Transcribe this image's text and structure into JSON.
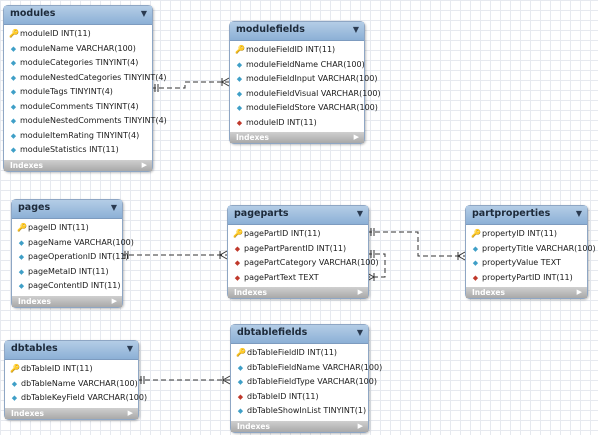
{
  "tables": [
    {
      "id": "modules",
      "name": "modules",
      "columns": [
        {
          "icon": "key-icon",
          "text": "moduleID INT(11)"
        },
        {
          "icon": "column-icon",
          "text": "moduleName VARCHAR(100)"
        },
        {
          "icon": "column-icon",
          "text": "moduleCategories TINYINT(4)"
        },
        {
          "icon": "column-icon",
          "text": "moduleNestedCategories TINYINT(4)"
        },
        {
          "icon": "column-icon",
          "text": "moduleTags TINYINT(4)"
        },
        {
          "icon": "column-icon",
          "text": "moduleComments TINYINT(4)"
        },
        {
          "icon": "column-icon",
          "text": "moduleNestedComments TINYINT(4)"
        },
        {
          "icon": "column-icon",
          "text": "moduleItemRating TINYINT(4)"
        },
        {
          "icon": "column-icon",
          "text": "moduleStatistics INT(11)"
        }
      ],
      "footer": "Indexes"
    },
    {
      "id": "modulefields",
      "name": "modulefields",
      "columns": [
        {
          "icon": "key-icon",
          "text": "moduleFieldID INT(11)"
        },
        {
          "icon": "column-icon",
          "text": "moduleFieldName CHAR(100)"
        },
        {
          "icon": "column-icon",
          "text": "moduleFieldInput VARCHAR(100)"
        },
        {
          "icon": "column-icon",
          "text": "moduleFieldVisual VARCHAR(100)"
        },
        {
          "icon": "column-icon",
          "text": "moduleFieldStore VARCHAR(100)"
        },
        {
          "icon": "foreign-key-icon",
          "text": "moduleID INT(11)"
        }
      ],
      "footer": "Indexes"
    },
    {
      "id": "pages",
      "name": "pages",
      "columns": [
        {
          "icon": "key-icon",
          "text": "pageID INT(11)"
        },
        {
          "icon": "column-icon",
          "text": "pageName VARCHAR(100)"
        },
        {
          "icon": "column-icon",
          "text": "pageOperationID INT(11)"
        },
        {
          "icon": "column-icon",
          "text": "pageMetaID INT(11)"
        },
        {
          "icon": "column-icon",
          "text": "pageContentID INT(11)"
        }
      ],
      "footer": "Indexes"
    },
    {
      "id": "pageparts",
      "name": "pageparts",
      "columns": [
        {
          "icon": "key-icon",
          "text": "pagePartID INT(11)"
        },
        {
          "icon": "foreign-key-icon",
          "text": "pagePartParentID INT(11)"
        },
        {
          "icon": "foreign-key-icon",
          "text": "pagePartCategory VARCHAR(100)"
        },
        {
          "icon": "foreign-key-icon",
          "text": "pagePartText TEXT"
        }
      ],
      "footer": "Indexes"
    },
    {
      "id": "partproperties",
      "name": "partproperties",
      "columns": [
        {
          "icon": "key-icon",
          "text": "propertyID INT(11)"
        },
        {
          "icon": "column-icon",
          "text": "propertyTitle VARCHAR(100)"
        },
        {
          "icon": "column-icon",
          "text": "propertyValue TEXT"
        },
        {
          "icon": "foreign-key-icon",
          "text": "propertyPartID INT(11)"
        }
      ],
      "footer": "Indexes"
    },
    {
      "id": "dbtables",
      "name": "dbtables",
      "columns": [
        {
          "icon": "key-icon",
          "text": "dbTableID INT(11)"
        },
        {
          "icon": "column-icon",
          "text": "dbTableName VARCHAR(100)"
        },
        {
          "icon": "column-icon",
          "text": "dbTableKeyField VARCHAR(100)"
        }
      ],
      "footer": "Indexes"
    },
    {
      "id": "dbtablefields",
      "name": "dbtablefields",
      "columns": [
        {
          "icon": "key-icon",
          "text": "dbTableFieldID INT(11)"
        },
        {
          "icon": "column-icon",
          "text": "dbTableFieldName VARCHAR(100)"
        },
        {
          "icon": "column-icon",
          "text": "dbTableFieldType VARCHAR(100)"
        },
        {
          "icon": "foreign-key-icon",
          "text": "dbTableID INT(11)"
        },
        {
          "icon": "column-icon",
          "text": "dbTableShowInList TINYINT(1)"
        }
      ],
      "footer": "Indexes"
    }
  ],
  "relationships": [
    {
      "from": "modules",
      "to": "modulefields"
    },
    {
      "from": "pages",
      "to": "pageparts"
    },
    {
      "from": "pageparts",
      "to": "partproperties"
    },
    {
      "from": "pageparts",
      "to": "pageparts"
    },
    {
      "from": "dbtables",
      "to": "dbtablefields"
    }
  ],
  "colors": {
    "header": "#9dbddf",
    "border": "#8ea6c4",
    "footer": "#b9b9b9",
    "key": "#d8a200",
    "column": "#3f9fc7",
    "foreign_key": "#c0392b",
    "link": "#333333"
  }
}
